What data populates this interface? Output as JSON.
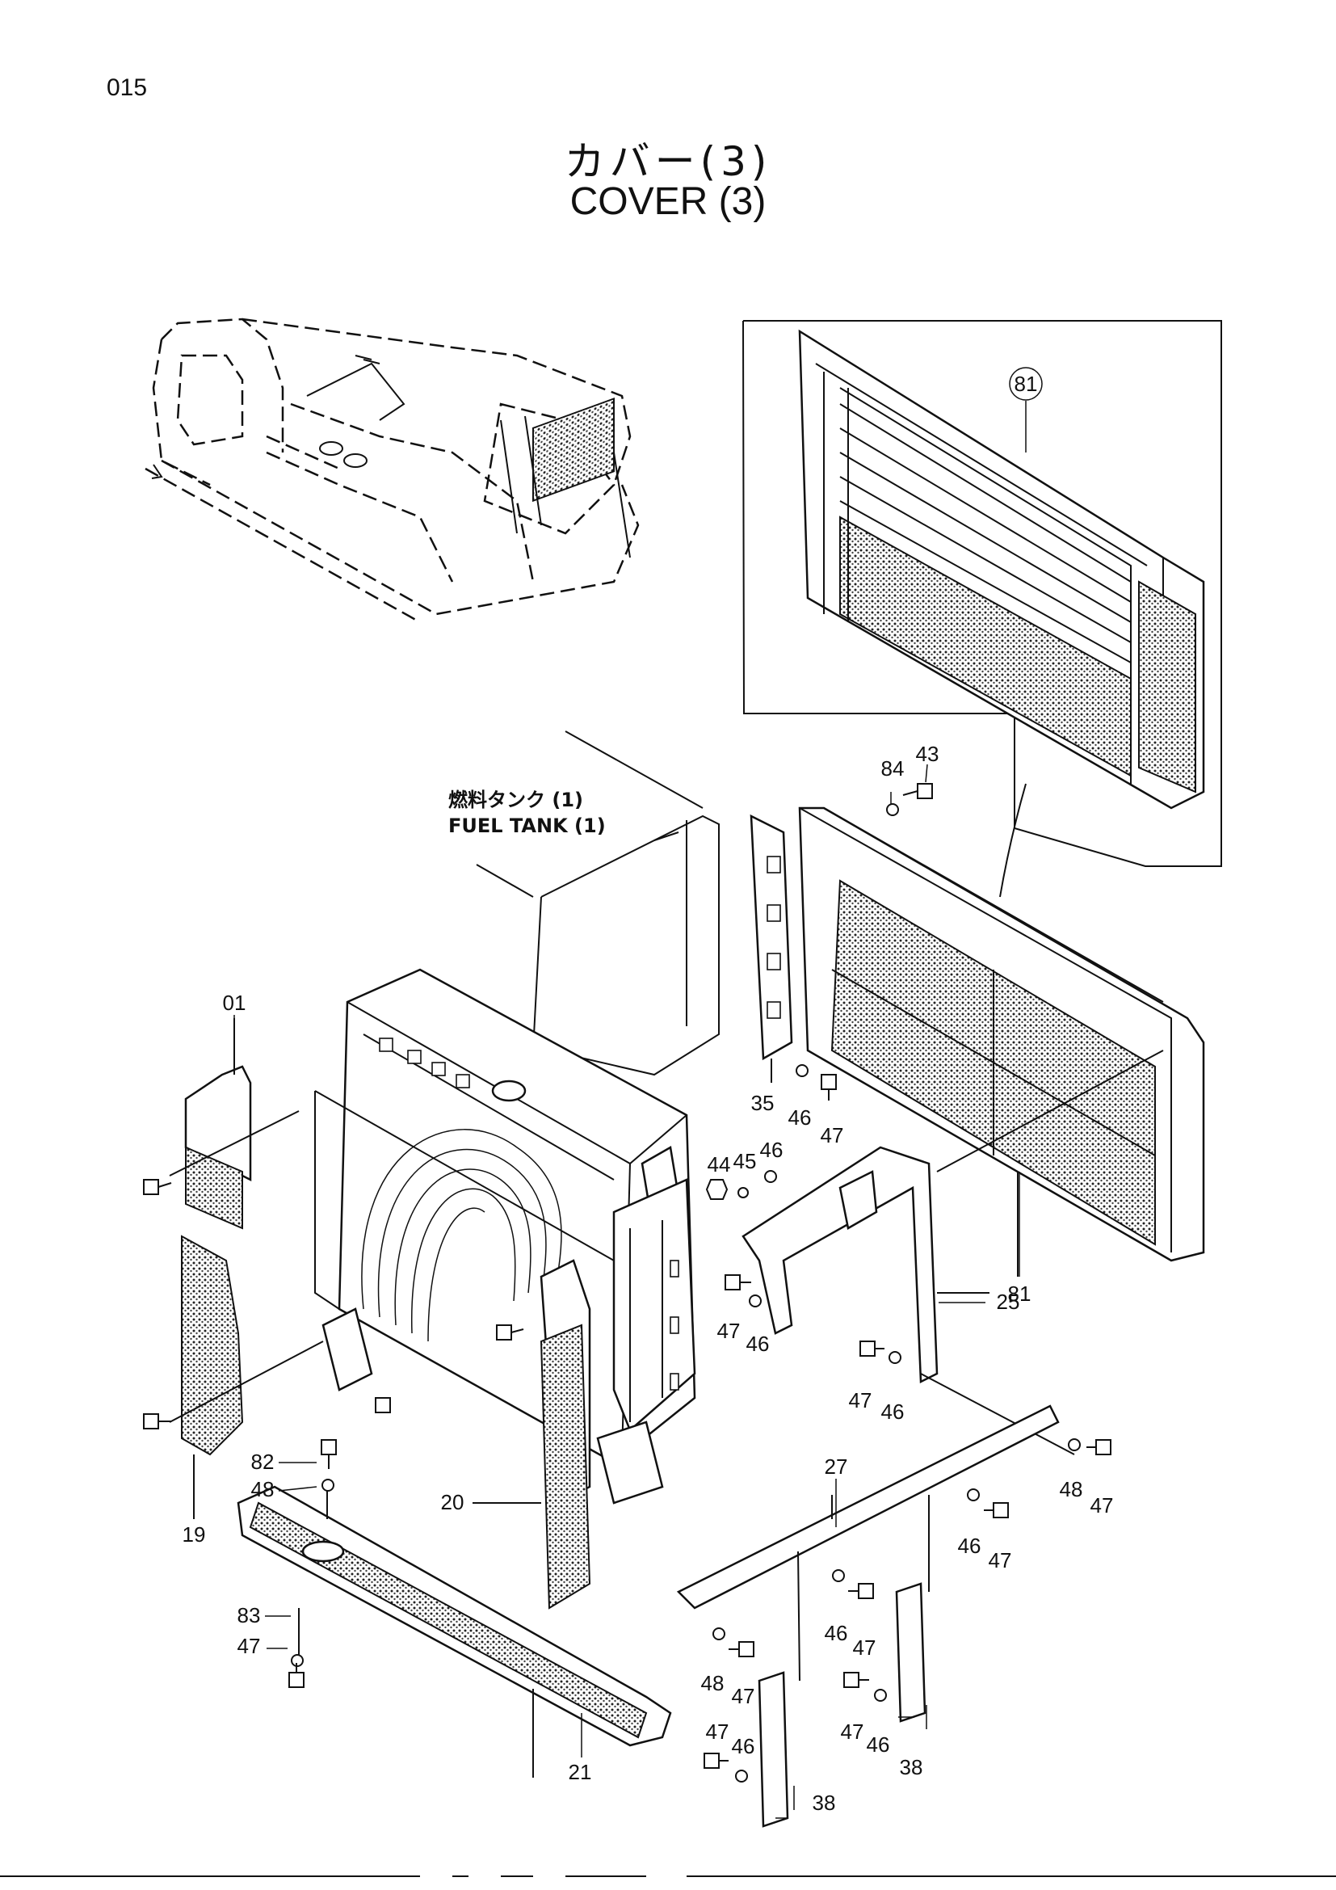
{
  "page": {
    "number": "015"
  },
  "title": {
    "japanese": "カバー(3)",
    "english": "COVER (3)"
  },
  "notes": {
    "fuel_tank_jp": "燃料タンク (1)",
    "fuel_tank_en": "FUEL TANK (1)"
  },
  "callouts": [
    {
      "id": "c81a",
      "text": "81",
      "circled": true
    },
    {
      "id": "c84",
      "text": "84"
    },
    {
      "id": "c43",
      "text": "43"
    },
    {
      "id": "c01",
      "text": "01"
    },
    {
      "id": "c35",
      "text": "35"
    },
    {
      "id": "c46a",
      "text": "46"
    },
    {
      "id": "c47a",
      "text": "47"
    },
    {
      "id": "c44",
      "text": "44"
    },
    {
      "id": "c45",
      "text": "45"
    },
    {
      "id": "c46b",
      "text": "46"
    },
    {
      "id": "c81b",
      "text": "81"
    },
    {
      "id": "c25",
      "text": "25"
    },
    {
      "id": "c47b",
      "text": "47"
    },
    {
      "id": "c46c",
      "text": "46"
    },
    {
      "id": "c47c",
      "text": "47"
    },
    {
      "id": "c46d",
      "text": "46"
    },
    {
      "id": "c19",
      "text": "19"
    },
    {
      "id": "c82",
      "text": "82"
    },
    {
      "id": "c48a",
      "text": "48"
    },
    {
      "id": "c20",
      "text": "20"
    },
    {
      "id": "c27",
      "text": "27"
    },
    {
      "id": "c48b",
      "text": "48"
    },
    {
      "id": "c47d",
      "text": "47"
    },
    {
      "id": "c46e",
      "text": "46"
    },
    {
      "id": "c47e",
      "text": "47"
    },
    {
      "id": "c46f",
      "text": "46"
    },
    {
      "id": "c47f",
      "text": "47"
    },
    {
      "id": "c83",
      "text": "83"
    },
    {
      "id": "c47g",
      "text": "47"
    },
    {
      "id": "c48c",
      "text": "48"
    },
    {
      "id": "c47h",
      "text": "47"
    },
    {
      "id": "c47i",
      "text": "47"
    },
    {
      "id": "c46g",
      "text": "46"
    },
    {
      "id": "c38a",
      "text": "38"
    },
    {
      "id": "c47j",
      "text": "47"
    },
    {
      "id": "c46h",
      "text": "46"
    },
    {
      "id": "c38b",
      "text": "38"
    },
    {
      "id": "c21",
      "text": "21"
    }
  ]
}
